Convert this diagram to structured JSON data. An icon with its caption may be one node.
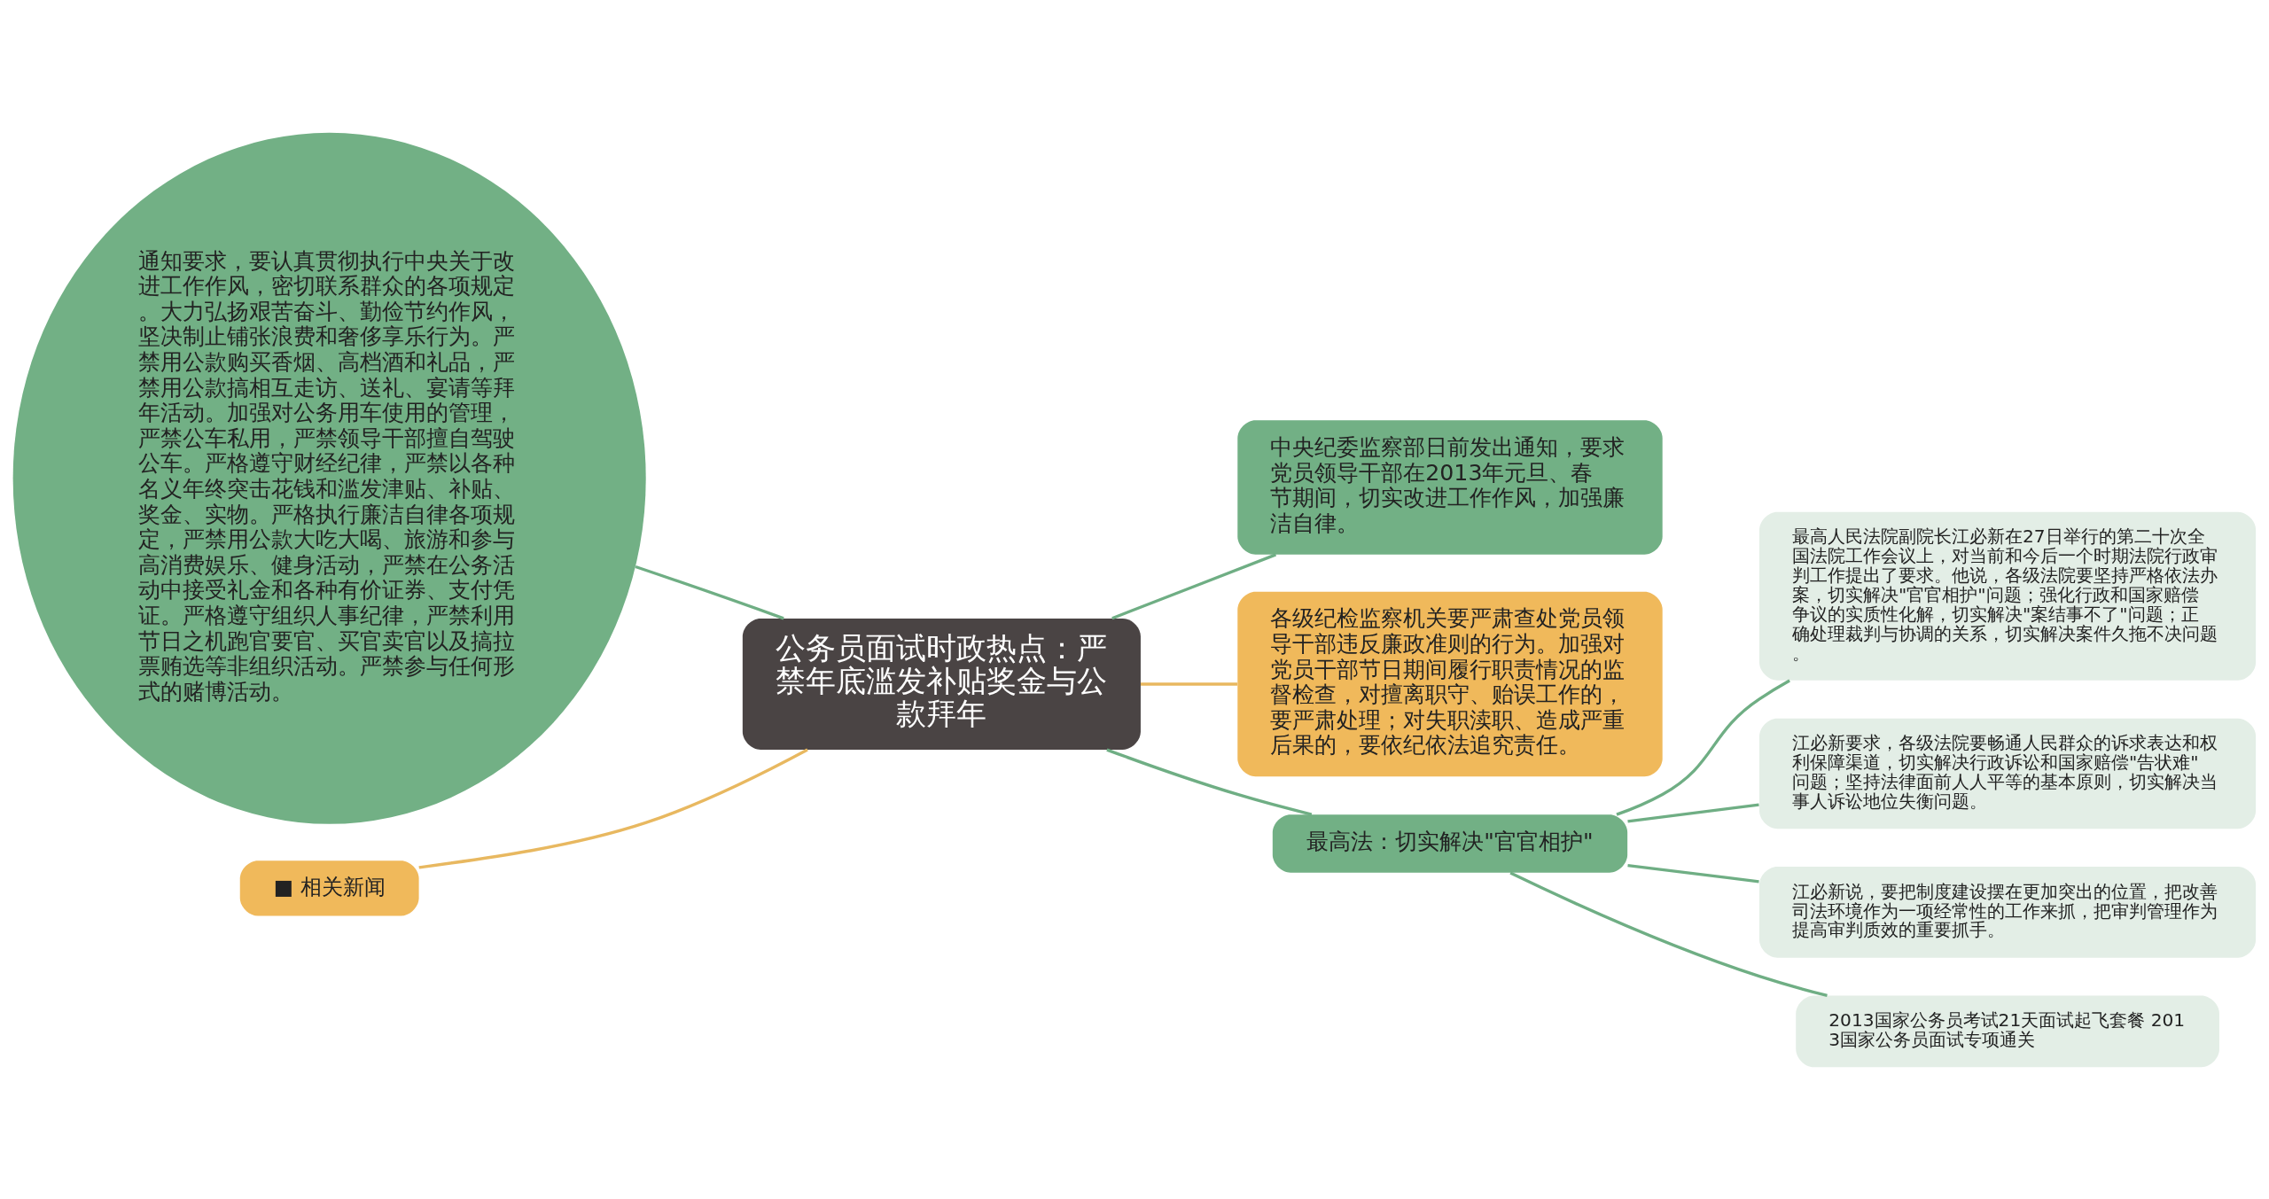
{
  "diagram": {
    "nodes": [
      {
        "text": [
          "公务员面试时政热点：严禁年底滥发补贴奖金与公款拜年"
        ]
      },
      {
        "text": [
          "通知要求，要认真贯彻执行中央关于改进工作作风，密切联系群众的各项规定。大力弘扬艰苦奋斗、勤俭节约作风，坚决制止铺张浪费和奢侈享乐行为。严禁用公款购买香烟、高档酒和礼品，严禁用公款搞相互走访、送礼、宴请等拜年活动。加强对公务用车使用的管理，严禁公车私用，严禁领导干部擅自驾驶公车。严格遵守财经纪律，严禁以各种名义年终突击花钱和滥发津贴、补贴、奖金、实物。严格执行廉洁自律各项规定，严禁用公款大吃大喝、旅游和参与高消费娱乐、健身活动，严禁在公务活动中接受礼金和各种有价证券、支付凭证。严格遵守组织人事纪律，严禁利用节日之机跑官要官、买官卖官以及搞拉票贿选等非组织活动。严禁参与任何形式的赌博活动。"
        ]
      },
      {
        "text": [
          "■ 相关新闻"
        ]
      },
      {
        "text": [
          "中央纪委监察部日前发出通知，要求党员领导干部在2013年元旦、春节期间，切实改进工作作风，加强廉洁自律。"
        ]
      },
      {
        "text": [
          "各级纪检监察机关要严肃查处党员领导干部违反廉政准则的行为。加强对党员干部节日期间履行职责情况的监督检查，对擅离职守、贻误工作的，要严肃处理；对失职渎职、造成严重后果的，要依纪依法追究责任。"
        ]
      },
      {
        "text": [
          "最高法：切实解决\"官官相护\""
        ]
      },
      {
        "text": [
          "最高人民法院副院长江必新在27日举行的第二十次全国法院工作会议上，对当前和今后一个时期法院行政审判工作提出了要求。他说，各级法院要坚持严格依法办案，切实解决\"官官相护\"问题；强化行政和国家赔偿争议的实质性化解，切实解决\"案结事不了\"问题；正确处理裁判与协调的关系，切实解决案件久拖不决问题。"
        ]
      },
      {
        "text": [
          "江必新要求，各级法院要畅通人民群众的诉求表达和权利保障渠道，切实解决行政诉讼和国家赔偿\"告状难\"问题；坚持法律面前人人平等的基本原则，切实解决当事人诉讼地位失衡问题。"
        ]
      },
      {
        "text": [
          "江必新说，要把制度建设摆在更加突出的位置，把改善司法环境作为一项经常性的工作来抓，把审判管理作为提高审判质效的重要抓手。"
        ]
      },
      {
        "text": [
          "2013国家公务员考试21天面试起飞套餐 2013国家公务员面试专项通关"
        ]
      }
    ],
    "edges": [
      {
        "from": 0,
        "to": 1,
        "arrow": "none"
      },
      {
        "from": 0,
        "to": 2,
        "arrow": "none",
        "color": "#e8b860"
      },
      {
        "from": 0,
        "to": 3,
        "arrow": "none"
      },
      {
        "from": 0,
        "to": 4,
        "arrow": "none",
        "color": "#e8b860"
      },
      {
        "from": 0,
        "to": 5,
        "arrow": "none"
      },
      {
        "from": 5,
        "to": 6,
        "arrow": "none"
      },
      {
        "from": 5,
        "to": 7,
        "arrow": "none"
      },
      {
        "from": 5,
        "to": 8,
        "arrow": "none"
      },
      {
        "from": 5,
        "to": 9,
        "arrow": "none"
      }
    ]
  }
}
